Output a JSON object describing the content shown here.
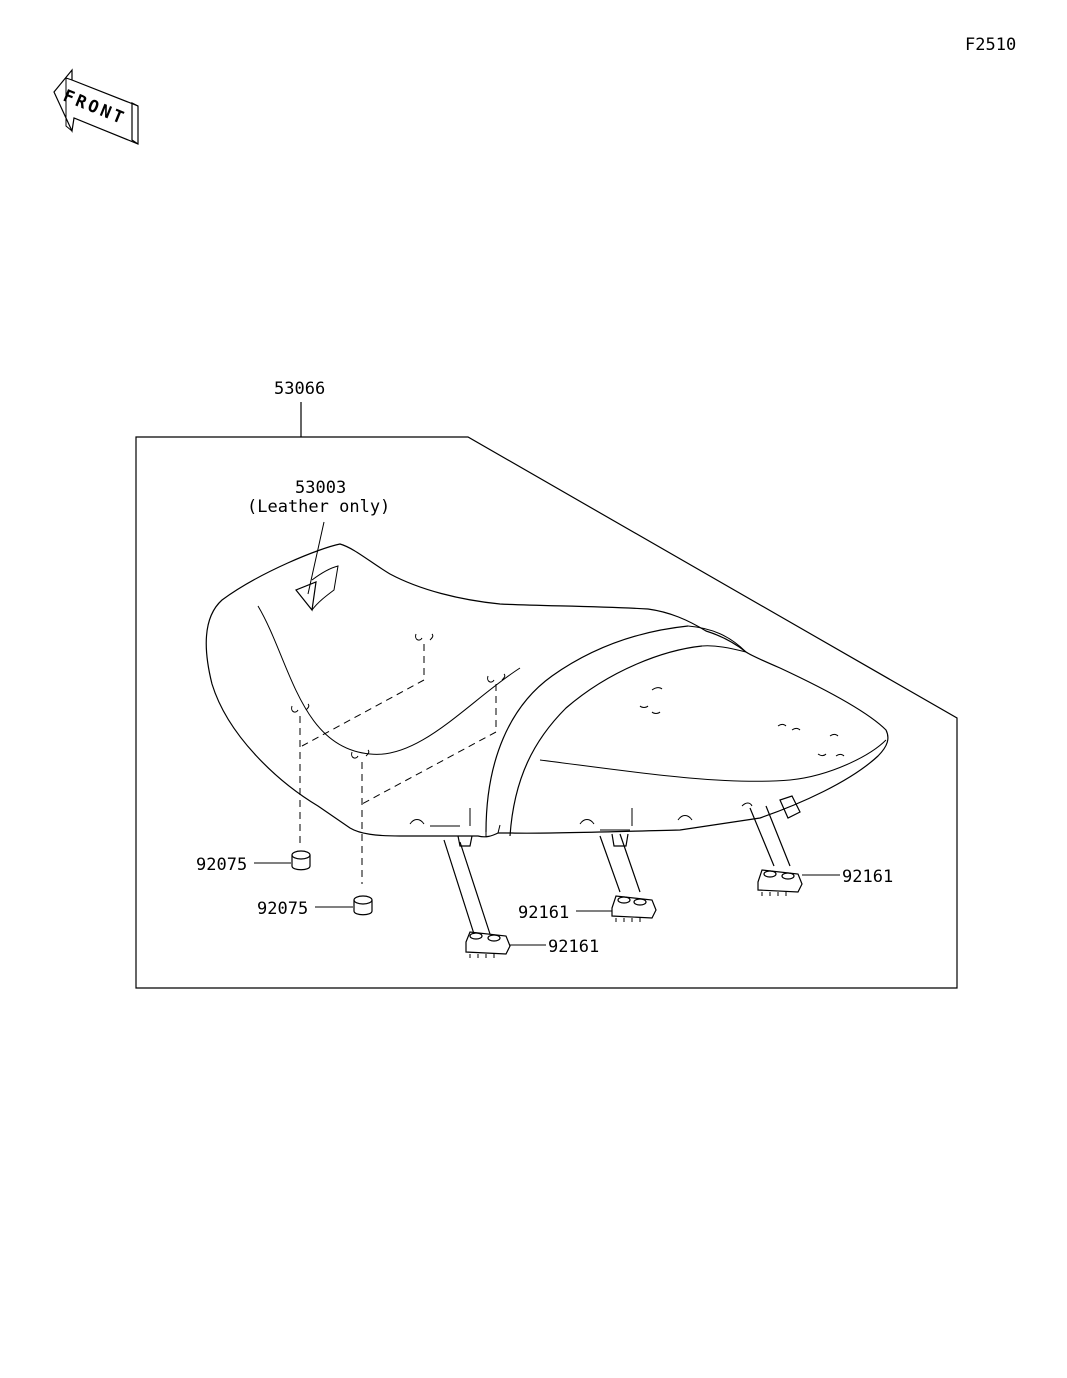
{
  "figure_code": "F2510",
  "front_arrow_text": "FRONT",
  "parts": {
    "seat_assembly": "53066",
    "leather_patch": "53003",
    "leather_note": "(Leather only)",
    "damper_1": "92075",
    "damper_2": "92075",
    "bracket_front": "92161",
    "bracket_middle": "92161",
    "bracket_rear": "92161"
  }
}
